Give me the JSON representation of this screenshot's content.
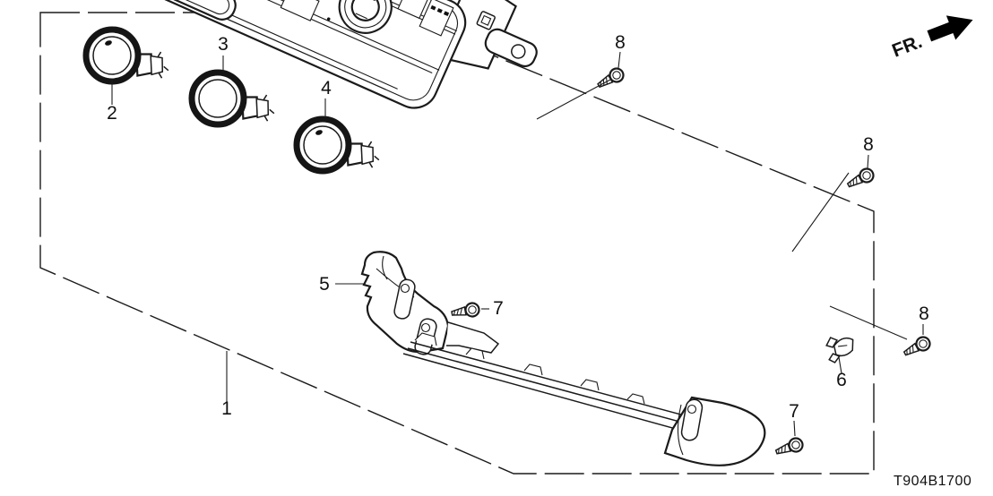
{
  "diagram": {
    "code": "T904B1700",
    "direction_label": "FR.",
    "colors": {
      "background": "#ffffff",
      "line": "#1b1b1b"
    },
    "callouts": [
      {
        "id": "1",
        "label": "1"
      },
      {
        "id": "2",
        "label": "2"
      },
      {
        "id": "3",
        "label": "3"
      },
      {
        "id": "4",
        "label": "4"
      },
      {
        "id": "5",
        "label": "5"
      },
      {
        "id": "6",
        "label": "6"
      },
      {
        "id": "7a",
        "label": "7"
      },
      {
        "id": "7b",
        "label": "7"
      },
      {
        "id": "8a",
        "label": "8"
      },
      {
        "id": "8b",
        "label": "8"
      },
      {
        "id": "8c",
        "label": "8"
      }
    ]
  }
}
